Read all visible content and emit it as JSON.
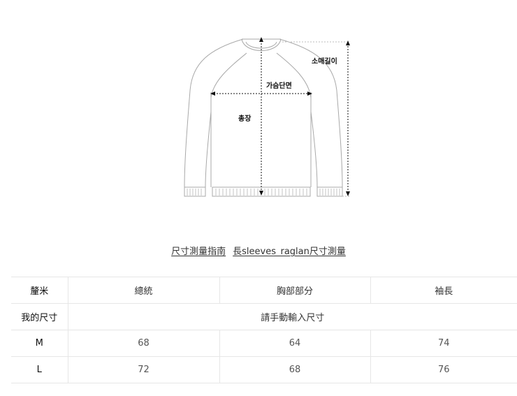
{
  "diagram": {
    "labels": {
      "sleeve_length": "소매길이",
      "chest_width": "가슴단면",
      "total_length": "총장"
    }
  },
  "links": {
    "guide": "尺寸測量指南",
    "item": "長sleeves_raglan尺寸測量"
  },
  "size_table": {
    "headers": [
      "釐米",
      "總統",
      "胸部部分",
      "袖長"
    ],
    "my_size": {
      "label": "我的尺寸",
      "placeholder": "請手動輸入尺寸"
    },
    "rows": [
      {
        "size": "M",
        "values": [
          "68",
          "64",
          "74"
        ]
      },
      {
        "size": "L",
        "values": [
          "72",
          "68",
          "76"
        ]
      }
    ]
  }
}
